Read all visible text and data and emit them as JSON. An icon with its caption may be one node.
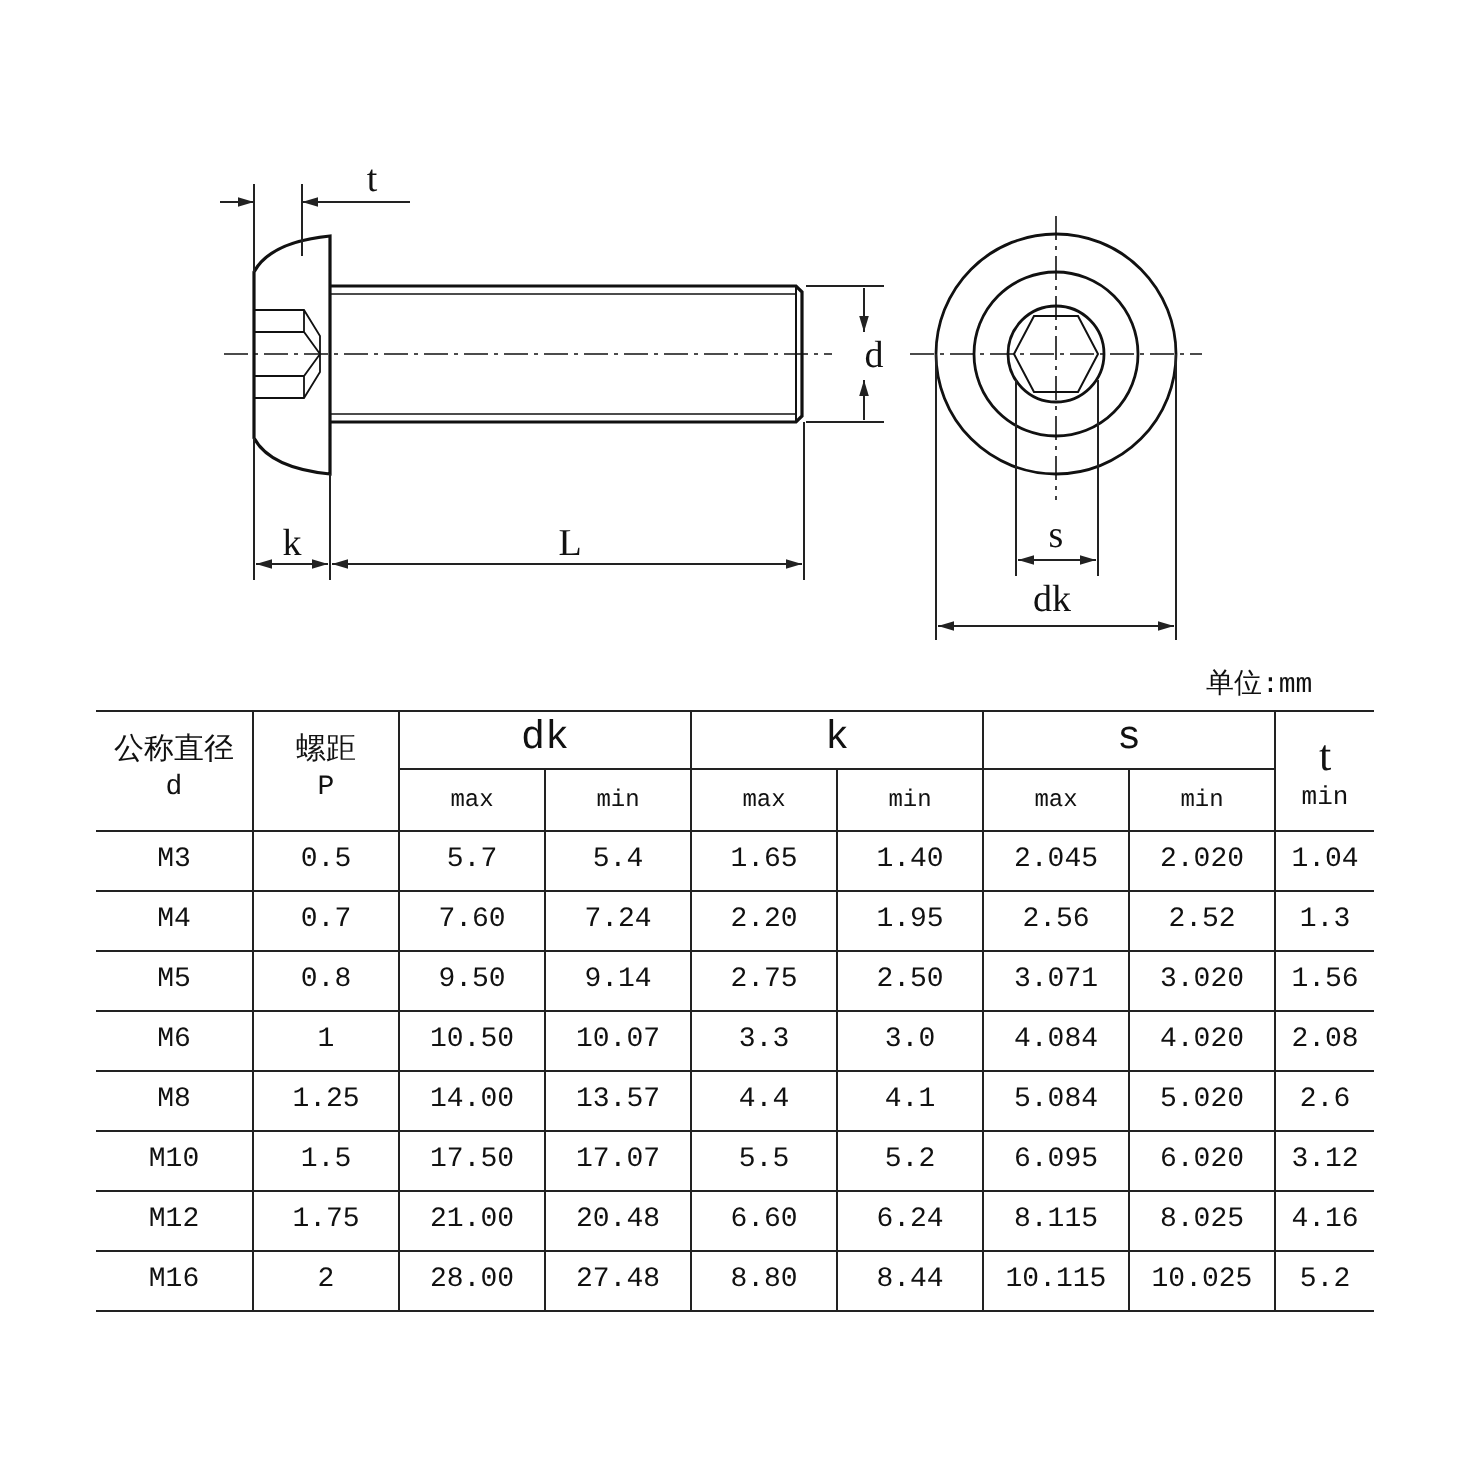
{
  "diagram": {
    "labels": [
      "t",
      "d",
      "k",
      "L",
      "s",
      "dk",
      "单位:mm",
      "公称直径",
      "螺距",
      "dk",
      "k",
      "s",
      "t",
      "d",
      "P",
      "max",
      "min",
      "max",
      "min",
      "max",
      "min",
      "min",
      "M3",
      "0.5",
      "5.7",
      "5.4",
      "1.65",
      "1.40",
      "2.045",
      "2.020",
      "1.04",
      "M4",
      "0.7",
      "7.60",
      "7.24",
      "2.20",
      "1.95",
      "2.56",
      "2.52",
      "1.3",
      "M5",
      "0.8",
      "9.50",
      "9.14",
      "2.75",
      "2.50",
      "3.071",
      "3.020",
      "1.56",
      "M6",
      "1",
      "10.50",
      "10.07",
      "3.3",
      "3.0",
      "4.084",
      "4.020",
      "2.08",
      "M8",
      "1.25",
      "14.00",
      "13.57",
      "4.4",
      "4.1",
      "5.084",
      "5.020",
      "2.6",
      "M10",
      "1.5",
      "17.50",
      "17.07",
      "5.5",
      "5.2",
      "6.095",
      "6.020",
      "3.12",
      "M12",
      "1.75",
      "21.00",
      "20.48",
      "6.60",
      "6.24",
      "8.115",
      "8.025",
      "4.16",
      "M16",
      "2",
      "28.00",
      "27.48",
      "8.80",
      "8.44",
      "10.115",
      "10.025",
      "5.2"
    ]
  }
}
